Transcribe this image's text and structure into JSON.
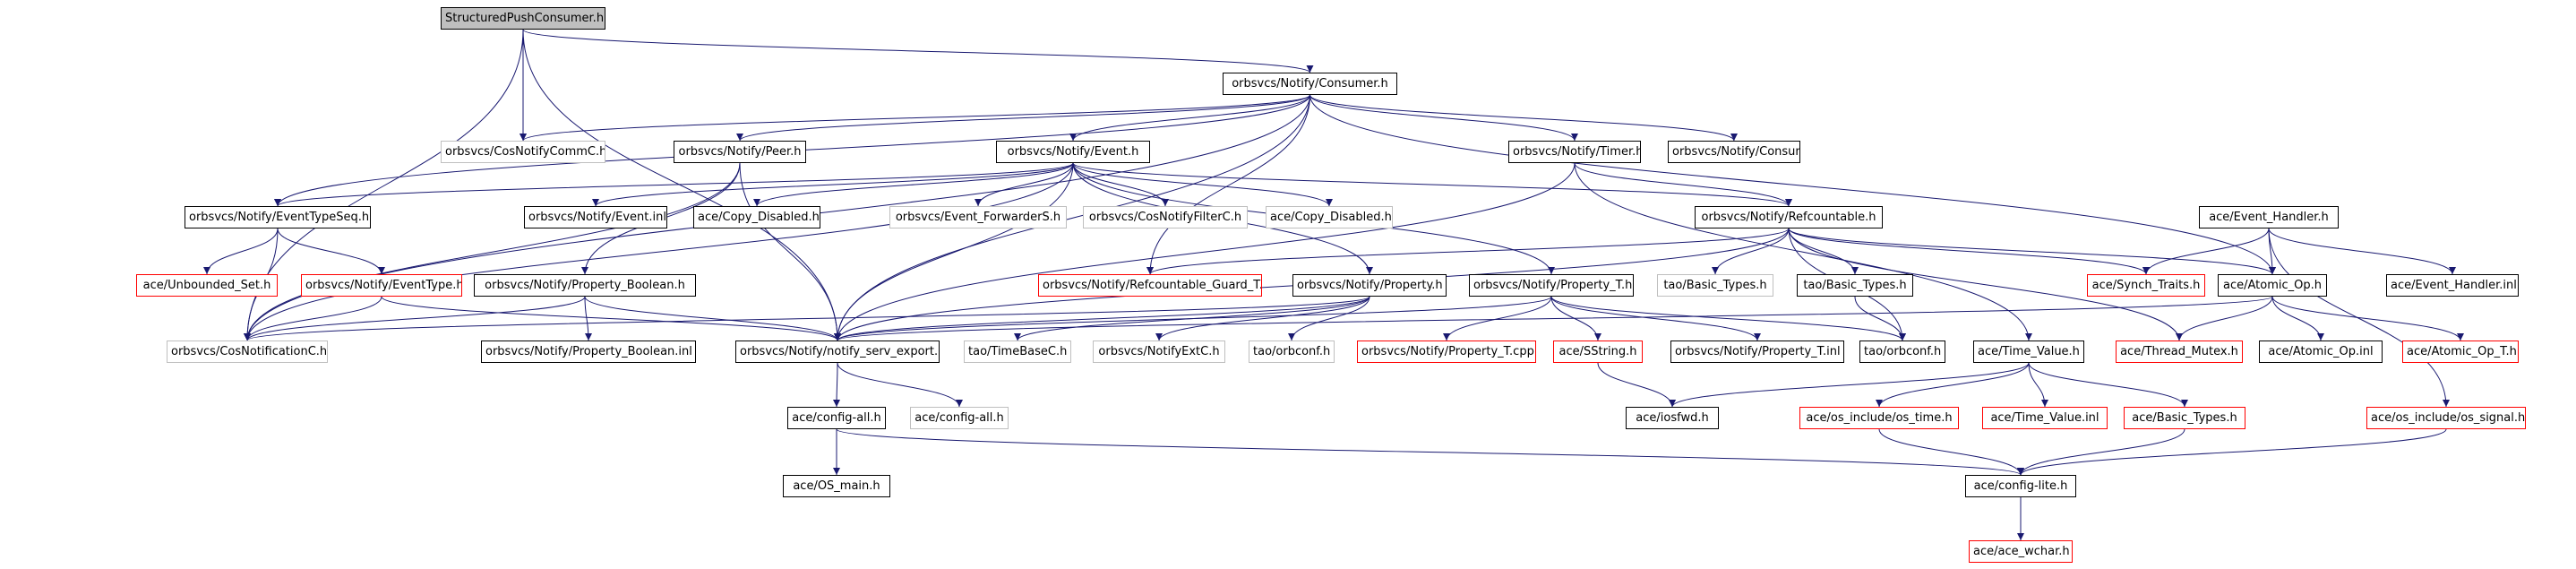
{
  "colors": {
    "black": "#000000",
    "red": "#ff0000",
    "gray": "#bfbfbf",
    "edge": "#191970",
    "root_fill": "#bfbfbf"
  },
  "nodes": [
    {
      "id": "root",
      "label": "StructuredPushConsumer.h",
      "style": "root"
    },
    {
      "id": "consumer",
      "label": "orbsvcs/Notify/Consumer.h",
      "style": "black"
    },
    {
      "id": "commc",
      "label": "orbsvcs/CosNotifyCommC.h",
      "style": "gray"
    },
    {
      "id": "peer",
      "label": "orbsvcs/Notify/Peer.h",
      "style": "black"
    },
    {
      "id": "event",
      "label": "orbsvcs/Notify/Event.h",
      "style": "black"
    },
    {
      "id": "timer",
      "label": "orbsvcs/Notify/Timer.h",
      "style": "black"
    },
    {
      "id": "consinl",
      "label": "orbsvcs/Notify/Consumer.inl",
      "style": "black"
    },
    {
      "id": "evtypeseq",
      "label": "orbsvcs/Notify/EventTypeSeq.h",
      "style": "black"
    },
    {
      "id": "eventinl",
      "label": "orbsvcs/Notify/Event.inl",
      "style": "black"
    },
    {
      "id": "copydis1",
      "label": "ace/Copy_Disabled.h",
      "style": "black"
    },
    {
      "id": "evfwd",
      "label": "orbsvcs/Event_ForwarderS.h",
      "style": "gray"
    },
    {
      "id": "filterc",
      "label": "orbsvcs/CosNotifyFilterC.h",
      "style": "gray"
    },
    {
      "id": "copydis2",
      "label": "ace/Copy_Disabled.h",
      "style": "gray"
    },
    {
      "id": "refcount",
      "label": "orbsvcs/Notify/Refcountable.h",
      "style": "black"
    },
    {
      "id": "evhandler",
      "label": "ace/Event_Handler.h",
      "style": "black"
    },
    {
      "id": "unbounded",
      "label": "ace/Unbounded_Set.h",
      "style": "red"
    },
    {
      "id": "evtype",
      "label": "orbsvcs/Notify/EventType.h",
      "style": "red"
    },
    {
      "id": "propbool",
      "label": "orbsvcs/Notify/Property_Boolean.h",
      "style": "black"
    },
    {
      "id": "rguard",
      "label": "orbsvcs/Notify/Refcountable_Guard_T.h",
      "style": "red"
    },
    {
      "id": "property",
      "label": "orbsvcs/Notify/Property.h",
      "style": "black"
    },
    {
      "id": "propt",
      "label": "orbsvcs/Notify/Property_T.h",
      "style": "black"
    },
    {
      "id": "tbasic1",
      "label": "tao/Basic_Types.h",
      "style": "gray"
    },
    {
      "id": "tbasic2",
      "label": "tao/Basic_Types.h",
      "style": "black"
    },
    {
      "id": "synch",
      "label": "ace/Synch_Traits.h",
      "style": "red"
    },
    {
      "id": "atomic",
      "label": "ace/Atomic_Op.h",
      "style": "black"
    },
    {
      "id": "evhinl",
      "label": "ace/Event_Handler.inl",
      "style": "black"
    },
    {
      "id": "notifc",
      "label": "orbsvcs/CosNotificationC.h",
      "style": "gray"
    },
    {
      "id": "propboolinl",
      "label": "orbsvcs/Notify/Property_Boolean.inl",
      "style": "black"
    },
    {
      "id": "servexp",
      "label": "orbsvcs/Notify/notify_serv_export.h",
      "style": "black"
    },
    {
      "id": "timebase",
      "label": "tao/TimeBaseC.h",
      "style": "gray"
    },
    {
      "id": "extc",
      "label": "orbsvcs/NotifyExtC.h",
      "style": "gray"
    },
    {
      "id": "orbconf1",
      "label": "tao/orbconf.h",
      "style": "gray"
    },
    {
      "id": "proptcpp",
      "label": "orbsvcs/Notify/Property_T.cpp",
      "style": "red"
    },
    {
      "id": "sstring",
      "label": "ace/SString.h",
      "style": "red"
    },
    {
      "id": "proptinl",
      "label": "orbsvcs/Notify/Property_T.inl",
      "style": "black"
    },
    {
      "id": "orbconf2",
      "label": "tao/orbconf.h",
      "style": "black"
    },
    {
      "id": "timevalue",
      "label": "ace/Time_Value.h",
      "style": "black"
    },
    {
      "id": "threadmutex",
      "label": "ace/Thread_Mutex.h",
      "style": "red"
    },
    {
      "id": "atomicinl",
      "label": "ace/Atomic_Op.inl",
      "style": "black"
    },
    {
      "id": "atomict",
      "label": "ace/Atomic_Op_T.h",
      "style": "red"
    },
    {
      "id": "configall1",
      "label": "ace/config-all.h",
      "style": "black"
    },
    {
      "id": "configall2",
      "label": "ace/config-all.h",
      "style": "gray"
    },
    {
      "id": "iosfwd",
      "label": "ace/iosfwd.h",
      "style": "black"
    },
    {
      "id": "ostime",
      "label": "ace/os_include/os_time.h",
      "style": "red"
    },
    {
      "id": "tvinl",
      "label": "ace/Time_Value.inl",
      "style": "red"
    },
    {
      "id": "basictypes",
      "label": "ace/Basic_Types.h",
      "style": "red"
    },
    {
      "id": "ossignal",
      "label": "ace/os_include/os_signal.h",
      "style": "red"
    },
    {
      "id": "osmain",
      "label": "ace/OS_main.h",
      "style": "black"
    },
    {
      "id": "configlite",
      "label": "ace/config-lite.h",
      "style": "black"
    },
    {
      "id": "wchar",
      "label": "ace/ace_wchar.h",
      "style": "red"
    }
  ],
  "edges": [
    [
      "root",
      "consumer"
    ],
    [
      "root",
      "commc"
    ],
    [
      "root",
      "servexp"
    ],
    [
      "root",
      "notifc"
    ],
    [
      "consumer",
      "commc"
    ],
    [
      "consumer",
      "peer"
    ],
    [
      "consumer",
      "event"
    ],
    [
      "consumer",
      "timer"
    ],
    [
      "consumer",
      "consinl"
    ],
    [
      "consumer",
      "atomic"
    ],
    [
      "consumer",
      "evtypeseq"
    ],
    [
      "consumer",
      "notifc"
    ],
    [
      "consumer",
      "servexp"
    ],
    [
      "consumer",
      "rguard"
    ],
    [
      "peer",
      "notifc"
    ],
    [
      "peer",
      "servexp"
    ],
    [
      "peer",
      "propbool"
    ],
    [
      "event",
      "eventinl"
    ],
    [
      "event",
      "copydis1"
    ],
    [
      "event",
      "evfwd"
    ],
    [
      "event",
      "filterc"
    ],
    [
      "event",
      "copydis2"
    ],
    [
      "event",
      "refcount"
    ],
    [
      "event",
      "property"
    ],
    [
      "event",
      "propt"
    ],
    [
      "event",
      "servexp"
    ],
    [
      "event",
      "notifc"
    ],
    [
      "event",
      "evtypeseq"
    ],
    [
      "timer",
      "refcount"
    ],
    [
      "timer",
      "timevalue"
    ],
    [
      "timer",
      "servexp"
    ],
    [
      "evtypeseq",
      "unbounded"
    ],
    [
      "evtypeseq",
      "evtype"
    ],
    [
      "evtypeseq",
      "notifc"
    ],
    [
      "evtype",
      "notifc"
    ],
    [
      "evtype",
      "servexp"
    ],
    [
      "refcount",
      "rguard"
    ],
    [
      "refcount",
      "tbasic1"
    ],
    [
      "refcount",
      "tbasic2"
    ],
    [
      "refcount",
      "synch"
    ],
    [
      "refcount",
      "atomic"
    ],
    [
      "refcount",
      "threadmutex"
    ],
    [
      "refcount",
      "orbconf2"
    ],
    [
      "refcount",
      "servexp"
    ],
    [
      "evhandler",
      "synch"
    ],
    [
      "evhandler",
      "atomic"
    ],
    [
      "evhandler",
      "evhinl"
    ],
    [
      "evhandler",
      "ossignal"
    ],
    [
      "propbool",
      "notifc"
    ],
    [
      "propbool",
      "propboolinl"
    ],
    [
      "propbool",
      "servexp"
    ],
    [
      "property",
      "servexp"
    ],
    [
      "property",
      "timebase"
    ],
    [
      "property",
      "extc"
    ],
    [
      "property",
      "orbconf1"
    ],
    [
      "property",
      "notifc"
    ],
    [
      "propt",
      "proptcpp"
    ],
    [
      "propt",
      "sstring"
    ],
    [
      "propt",
      "proptinl"
    ],
    [
      "propt",
      "servexp"
    ],
    [
      "propt",
      "orbconf2"
    ],
    [
      "tbasic2",
      "orbconf2"
    ],
    [
      "atomic",
      "threadmutex"
    ],
    [
      "atomic",
      "atomicinl"
    ],
    [
      "atomic",
      "atomict"
    ],
    [
      "atomic",
      "servexp"
    ],
    [
      "servexp",
      "configall1"
    ],
    [
      "servexp",
      "configall2"
    ],
    [
      "sstring",
      "iosfwd"
    ],
    [
      "timevalue",
      "iosfwd"
    ],
    [
      "timevalue",
      "ostime"
    ],
    [
      "timevalue",
      "tvinl"
    ],
    [
      "timevalue",
      "basictypes"
    ],
    [
      "configall1",
      "osmain"
    ],
    [
      "configall1",
      "configlite"
    ],
    [
      "ostime",
      "configlite"
    ],
    [
      "basictypes",
      "configlite"
    ],
    [
      "ossignal",
      "configlite"
    ],
    [
      "configlite",
      "wchar"
    ]
  ]
}
